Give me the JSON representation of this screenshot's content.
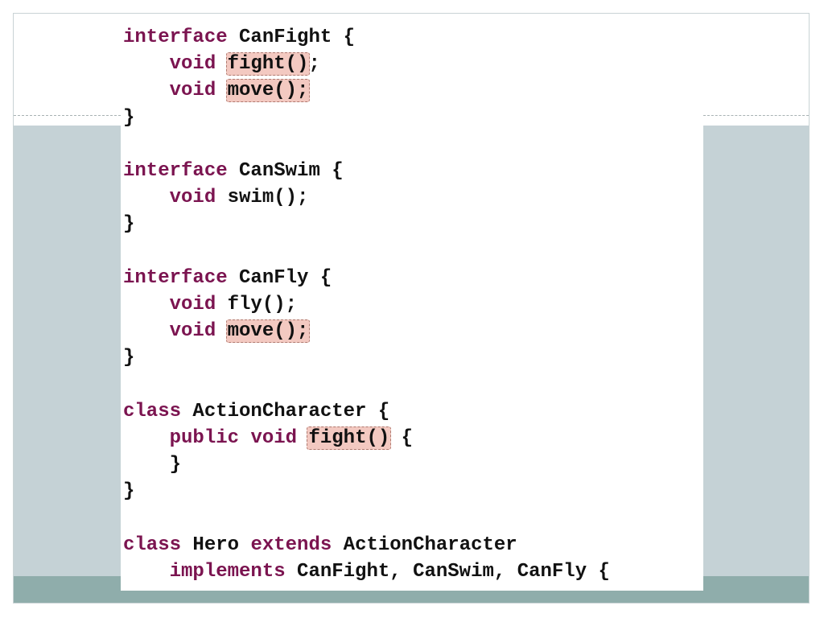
{
  "colors": {
    "keyword": "#7b1450",
    "text": "#111111",
    "highlight_bg": "#f3c9c1",
    "highlight_border": "#b07a70",
    "band_light": "#c5d2d6",
    "band_dark": "#8fadab"
  },
  "code": [
    {
      "indent": "",
      "spans": [
        {
          "t": "interface",
          "kw": true
        },
        {
          "t": " CanFight {"
        }
      ]
    },
    {
      "indent": "    ",
      "spans": [
        {
          "t": "void",
          "kw": true
        },
        {
          "t": " "
        },
        {
          "t": "fight()",
          "hl": true
        },
        {
          "t": ";"
        }
      ]
    },
    {
      "indent": "    ",
      "spans": [
        {
          "t": "void",
          "kw": true
        },
        {
          "t": " "
        },
        {
          "t": "move();",
          "hl": true
        }
      ]
    },
    {
      "indent": "",
      "spans": [
        {
          "t": "}"
        }
      ]
    },
    {
      "indent": "",
      "spans": []
    },
    {
      "indent": "",
      "spans": [
        {
          "t": "interface",
          "kw": true
        },
        {
          "t": " CanSwim {"
        }
      ]
    },
    {
      "indent": "    ",
      "spans": [
        {
          "t": "void",
          "kw": true
        },
        {
          "t": " swim();"
        }
      ]
    },
    {
      "indent": "",
      "spans": [
        {
          "t": "}"
        }
      ]
    },
    {
      "indent": "",
      "spans": []
    },
    {
      "indent": "",
      "spans": [
        {
          "t": "interface",
          "kw": true
        },
        {
          "t": " CanFly {"
        }
      ]
    },
    {
      "indent": "    ",
      "spans": [
        {
          "t": "void",
          "kw": true
        },
        {
          "t": " fly();"
        }
      ]
    },
    {
      "indent": "    ",
      "spans": [
        {
          "t": "void",
          "kw": true
        },
        {
          "t": " "
        },
        {
          "t": "move();",
          "hl": true
        }
      ]
    },
    {
      "indent": "",
      "spans": [
        {
          "t": "}"
        }
      ]
    },
    {
      "indent": "",
      "spans": []
    },
    {
      "indent": "",
      "spans": [
        {
          "t": "class",
          "kw": true
        },
        {
          "t": " ActionCharacter {"
        }
      ]
    },
    {
      "indent": "    ",
      "spans": [
        {
          "t": "public",
          "kw": true
        },
        {
          "t": " "
        },
        {
          "t": "void",
          "kw": true
        },
        {
          "t": " "
        },
        {
          "t": "fight()",
          "hl": true
        },
        {
          "t": " {"
        }
      ]
    },
    {
      "indent": "    ",
      "spans": [
        {
          "t": "}"
        }
      ]
    },
    {
      "indent": "",
      "spans": [
        {
          "t": "}"
        }
      ]
    },
    {
      "indent": "",
      "spans": []
    },
    {
      "indent": "",
      "spans": [
        {
          "t": "class",
          "kw": true
        },
        {
          "t": " Hero "
        },
        {
          "t": "extends",
          "kw": true
        },
        {
          "t": " ActionCharacter"
        }
      ]
    },
    {
      "indent": "    ",
      "spans": [
        {
          "t": "implements",
          "kw": true
        },
        {
          "t": " CanFight, CanSwim, CanFly {"
        }
      ]
    }
  ]
}
